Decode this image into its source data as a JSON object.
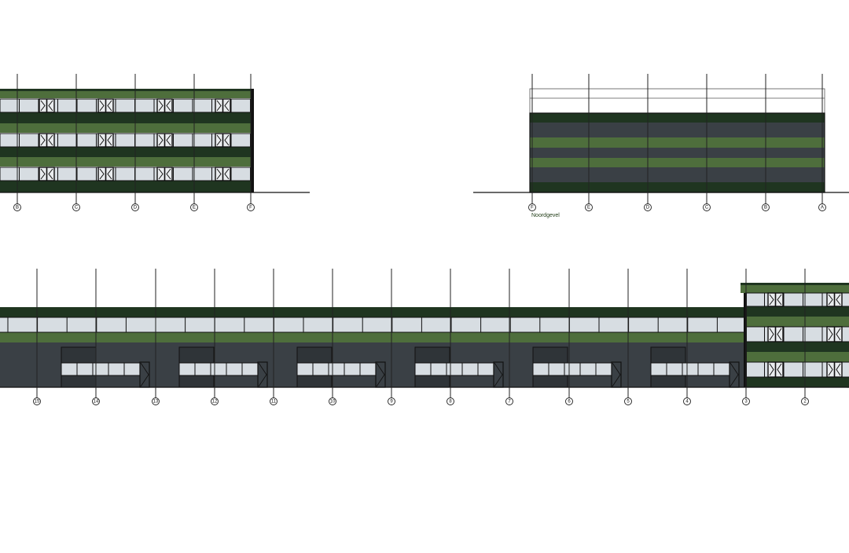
{
  "colors": {
    "dark_green": "#1f3520",
    "mid_green": "#4e6e3c",
    "charcoal": "#3a4045",
    "glass": "#d7dde2",
    "frame": "#111111",
    "line": "#222222"
  },
  "elevation_top_left": {
    "grid_labels": [
      "B",
      "C",
      "D",
      "E",
      "F"
    ]
  },
  "elevation_top_right": {
    "grid_labels": [
      "F",
      "E",
      "D",
      "C",
      "B",
      "A"
    ],
    "caption": "Noordgevel"
  },
  "elevation_bottom": {
    "grid_labels": [
      "15",
      "14",
      "13",
      "12",
      "11",
      "10",
      "9",
      "8",
      "7",
      "6",
      "5",
      "4",
      "3",
      "2"
    ]
  }
}
